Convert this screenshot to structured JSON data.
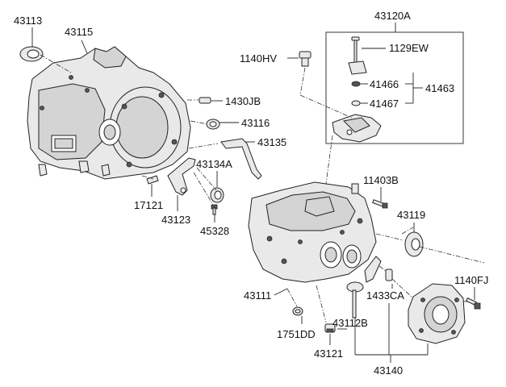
{
  "labels": {
    "p43113": "43113",
    "p43115": "43115",
    "p43120A": "43120A",
    "p1129EW": "1129EW",
    "p1140HV": "1140HV",
    "p41466": "41466",
    "p41463": "41463",
    "p41467": "41467",
    "p1430JB": "1430JB",
    "p43116": "43116",
    "p43135": "43135",
    "p43134A": "43134A",
    "p17121": "17121",
    "p43123": "43123",
    "p45328": "45328",
    "p11403B": "11403B",
    "p43119": "43119",
    "p43111": "43111",
    "p1140FJ": "1140FJ",
    "p1433CA": "1433CA",
    "p1751DD": "1751DD",
    "p43112B": "43112B",
    "p43121": "43121",
    "p43140": "43140"
  }
}
